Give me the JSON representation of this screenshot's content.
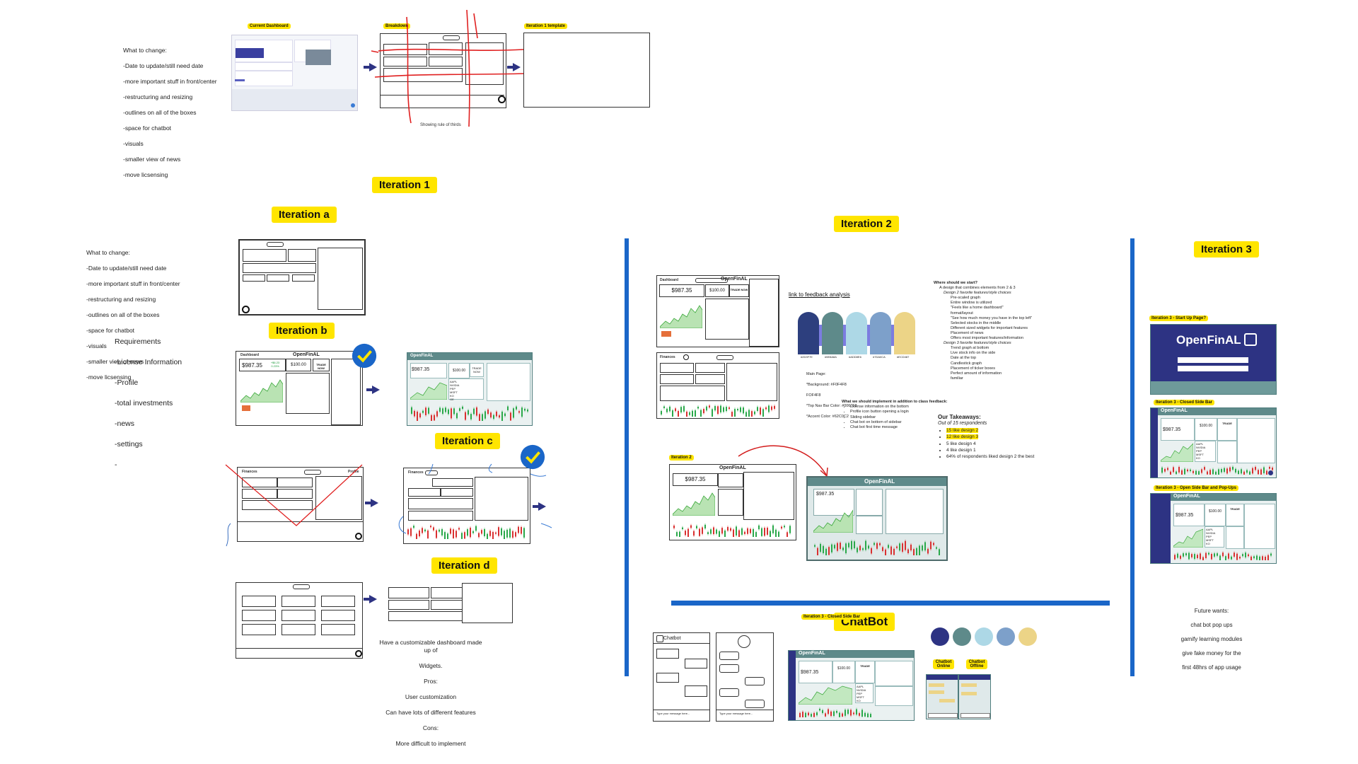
{
  "top": {
    "what_to_change_title": "What to change:",
    "what_to_change_items": [
      "-Date to update/still need date",
      "-more important stuff in front/center",
      "-restructuring and resizing",
      "-outlines on all of the boxes",
      "-space for chatbot",
      "-visuals",
      "-smaller view of news",
      "-move licsensing"
    ],
    "current_dashboard_tag": "Current Dashboard",
    "breakdown_tag": "Breakdown",
    "iteration1_template_tag": "Iteration 1 template",
    "rule_of_thirds_caption": "Showing rule of thirds"
  },
  "iteration1": {
    "title": "Iteration 1",
    "a": {
      "tag": "Iteration a",
      "what_to_change_title": "What to change:",
      "what_to_change_items": [
        "-Date to update/still need date",
        "-more important stuff in front/center",
        "-restructuring and resizing",
        "-outlines on all of the boxes",
        "-space for chatbot",
        "-visuals",
        "-smaller view of news",
        "-move licsensing"
      ],
      "requirements_title": "Requirements",
      "requirements_items": [
        "-License Information",
        "-Profile",
        "-total investments",
        "-news",
        "-settings",
        "-"
      ]
    },
    "b": {
      "tag": "Iteration b",
      "dashboard_label": "Dashboard",
      "brand": "OpenFinAL",
      "total": "$987.35",
      "total_change": "+$6.23 0.23%",
      "cash": "$100.00",
      "trade": "TRADE NOW",
      "tickers": [
        "AAPL",
        "NVIDIA",
        "PEP",
        "MSFT",
        "KO",
        "GE"
      ]
    },
    "c": {
      "tag": "Iteration c",
      "finances_label": "Finances",
      "profile_label": "Profile"
    },
    "d": {
      "tag": "Iteration d",
      "notes": [
        "Have a customizable dashboard made up of",
        "Widgets.",
        "Pros:",
        "User customization",
        "Can have lots of different features",
        "Cons:",
        "More difficult to implement"
      ]
    }
  },
  "iteration2": {
    "title": "Iteration 2",
    "sub_tag": "Iteration 2",
    "feedback_link": "link to feedback analysis",
    "brand": "OpenFinAL",
    "total": "$987.35",
    "cash": "$100.00",
    "trade": "TRADE NOW",
    "tickers": [
      "AAPL",
      "NVIDIA",
      "PEP",
      "MSFT",
      "KO"
    ],
    "swatch_labels": [
      "#2D3F7E",
      "#5E8A8A",
      "#ADD8E6",
      "#7DA0CA",
      "#ECD487"
    ],
    "main_page_notes": [
      "Main Page:",
      "*Background: #F0F4F8",
      "FOF4F8",
      "*Top Nav Bar Color: #006768",
      "*Accent Color: #62C0C2"
    ],
    "where_title": "Where should we start?",
    "where_items": [
      "A design that combines elements from 2 & 3",
      "Design 2 favorite features/style choices",
      "Pre-scaled graph",
      "Entire window is utilized",
      "\"Feels like a home dashboard\"",
      "format/layout",
      "\"See how much money you have in the top left\"",
      "Selected stocks in the middle",
      "Different sized widgets for important features",
      "Placement of news",
      "Offers most important features/information",
      "Design 3 favorite features/style choices",
      "Trend graph at bottom",
      "Live stock info on the side",
      "Date at the top",
      "Candlestick graph",
      "Placement of ticker boxes",
      "Perfect amount of information",
      "familiar"
    ],
    "implement_title": "What we should implement in addition to class feedback:",
    "implement_items": [
      "License information on the bottom",
      "Profile icon button opening a login",
      "Sliding sidebar",
      "Chat bot on bottom of sidebar",
      "Chat bot first time message"
    ],
    "takeaways_title": "Our Takeaways:",
    "takeaways_sub": "Out of 15 respondents",
    "takeaways_items": [
      "15 like design 2",
      "12 like design 3",
      "5 like design 4",
      "4 like design 1",
      "64% of respondents liked design 2 the best"
    ]
  },
  "chatbot": {
    "title": "ChatBot",
    "chat_brand": "Chatbot",
    "type_prompt": "Type your message here...",
    "closed_sidebar_tag": "Iteration 3 - Closed Side Bar",
    "online_tag": "Chatbot Online",
    "offline_tag": "Chatbot Offline"
  },
  "iteration3": {
    "title": "Iteration 3",
    "startup_tag": "Iteration 3 - Start Up Page?",
    "startup_brand": "OpenFinAL",
    "closed_tag": "Iteration 3 - Closed Side Bar",
    "open_tag": "Iteration 3 - Open Side Bar and Pop-Ups",
    "total": "$987.35",
    "cash": "$100.00",
    "trade": "TRADE",
    "tickers": [
      "AAPL",
      "NVIDIA",
      "PEP",
      "MSFT",
      "KO"
    ],
    "future_wants": [
      "Future wants:",
      "chat bot pop ups",
      "gamify learning modules",
      "give fake money for the",
      "first 48hrs of app usage"
    ]
  },
  "palette": {
    "navy": "#2d3383",
    "teal": "#5e8a8a",
    "light_blue": "#add8e6",
    "mid_blue": "#7da0ca",
    "sand": "#ecd487",
    "highlight": "#ffe500",
    "divider_blue": "#1a66c8",
    "red_sketch": "#e02020"
  }
}
